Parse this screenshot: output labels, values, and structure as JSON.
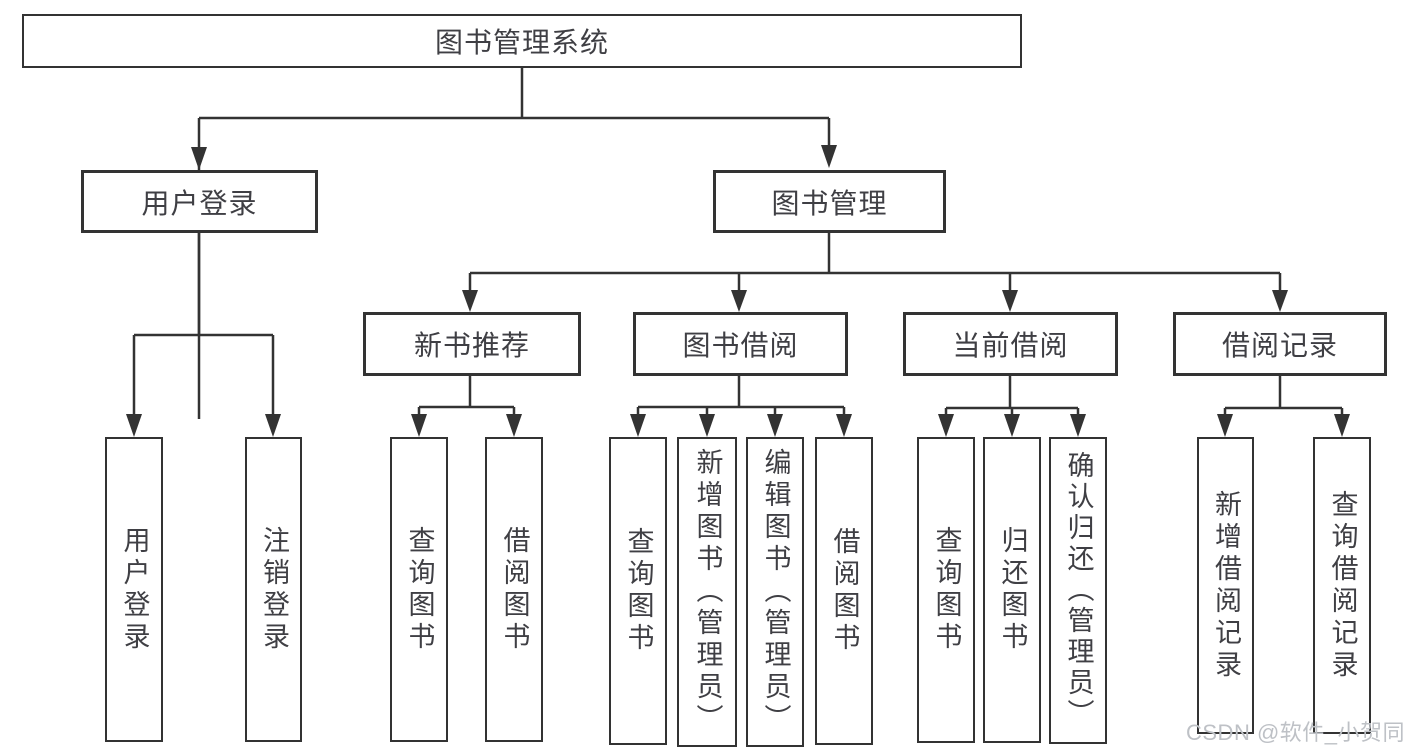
{
  "tree": {
    "root": {
      "label": "图书管理系统"
    },
    "branches": [
      {
        "label": "用户登录",
        "children": [
          {
            "label": "用户登录"
          },
          {
            "label": "注销登录"
          }
        ]
      },
      {
        "label": "图书管理",
        "children": [
          {
            "label": "新书推荐",
            "children": [
              {
                "label": "查询图书"
              },
              {
                "label": "借阅图书"
              }
            ]
          },
          {
            "label": "图书借阅",
            "children": [
              {
                "label": "查询图书"
              },
              {
                "label": "新增图书（管理员）"
              },
              {
                "label": "编辑图书（管理员）"
              },
              {
                "label": "借阅图书"
              }
            ]
          },
          {
            "label": "当前借阅",
            "children": [
              {
                "label": "查询图书"
              },
              {
                "label": "归还图书"
              },
              {
                "label": "确认归还（管理员）"
              }
            ]
          },
          {
            "label": "借阅记录",
            "children": [
              {
                "label": "新增借阅记录"
              },
              {
                "label": "查询借阅记录"
              }
            ]
          }
        ]
      }
    ]
  },
  "watermark": "CSDN @软件_小贺同学",
  "colors": {
    "line": "#333333",
    "box_border": "#333333",
    "text": "#3f3f44",
    "watermark": "#bec1c6",
    "background": "#ffffff"
  }
}
